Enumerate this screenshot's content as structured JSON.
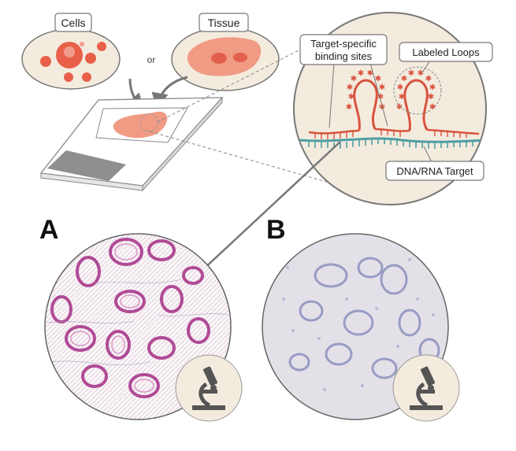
{
  "labels": {
    "cells": "Cells",
    "tissue": "Tissue",
    "or": "or",
    "target_specific_line1": "Target-specific",
    "target_specific_line2": "binding sites",
    "labeled_loops": "Labeled Loops",
    "dna_rna_target": "DNA/RNA Target",
    "panel_a": "A",
    "panel_b": "B"
  },
  "icons": {
    "microscope_a": "microscope-icon",
    "microscope_b": "microscope-icon"
  },
  "colors": {
    "cell_fill": "#e9604a",
    "tissue_fill": "#f19a84",
    "probe_red": "#d9533d",
    "target_teal": "#4f9ea2",
    "bubble_bg": "#f3ebde",
    "stain_a": "#b04a96",
    "stain_b": "#7f86b8"
  }
}
